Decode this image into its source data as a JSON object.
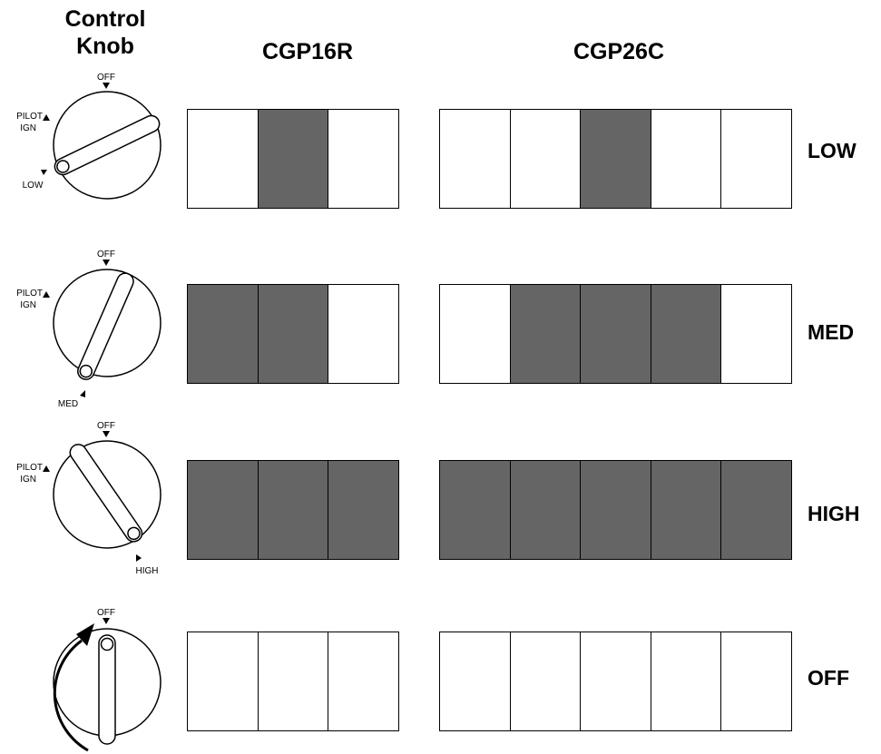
{
  "headers": {
    "knob_line1": "Control",
    "knob_line2": "Knob",
    "model_a": "CGP16R",
    "model_b": "CGP26C"
  },
  "knob_labels": {
    "off": "OFF",
    "pilot": "PILOT",
    "ign": "IGN",
    "low": "LOW",
    "med": "MED",
    "high": "HIGH"
  },
  "colors": {
    "active_segment": "#656565",
    "inactive_segment": "#ffffff",
    "outline": "#000000"
  },
  "rows": [
    {
      "setting": "LOW",
      "cgp16r": [
        false,
        true,
        false
      ],
      "cgp26c": [
        false,
        false,
        true,
        false,
        false
      ]
    },
    {
      "setting": "MED",
      "cgp16r": [
        true,
        true,
        false
      ],
      "cgp26c": [
        false,
        true,
        true,
        true,
        false
      ]
    },
    {
      "setting": "HIGH",
      "cgp16r": [
        true,
        true,
        true
      ],
      "cgp26c": [
        true,
        true,
        true,
        true,
        true
      ]
    },
    {
      "setting": "OFF",
      "cgp16r": [
        false,
        false,
        false
      ],
      "cgp26c": [
        false,
        false,
        false,
        false,
        false
      ]
    }
  ]
}
